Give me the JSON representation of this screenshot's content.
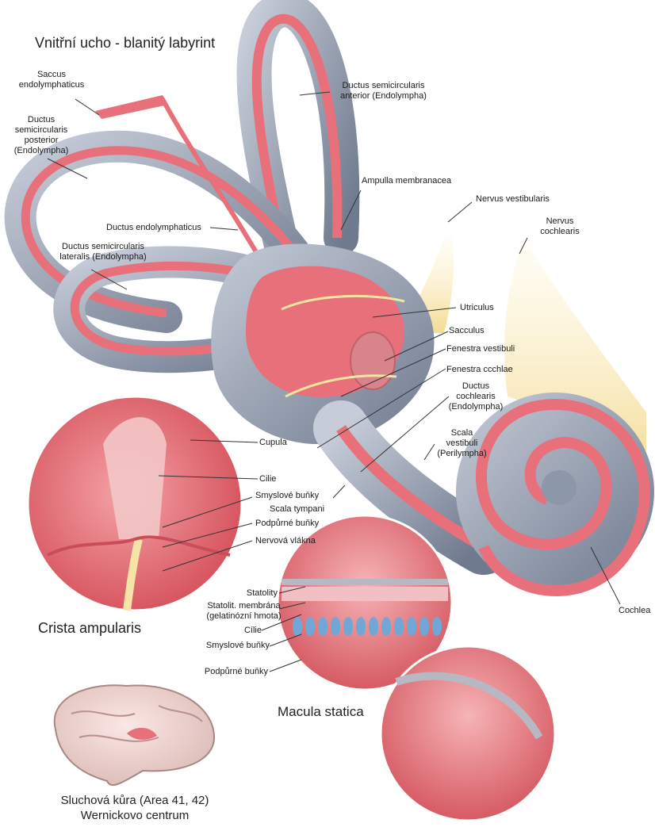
{
  "title": "Vnitřní ucho - blanitý labyrint",
  "labels": {
    "saccus_endolymphaticus": "Saccus\nendolymphaticus",
    "ductus_posterior": "Ductus\nsemicircularis\nposterior\n(Endolympha)",
    "ductus_endolymphaticus": "Ductus endolymphaticus",
    "ductus_lateralis": "Ductus semicircularis\nlateralis (Endolympha)",
    "ductus_anterior": "Ductus semicircularis\nanterior (Endolympha)",
    "ampulla_membranacea": "Ampulla membranacea",
    "nervus_vestibularis": "Nervus vestibularis",
    "nervus_cochlearis": "Nervus\ncochlearis",
    "utriculus": "Utriculus",
    "sacculus": "Sacculus",
    "fenestra_vestibuli": "Fenestra vestibuli",
    "fenestra_cochlae": "Fenestra ccchlae",
    "ductus_cochlearis": "Ductus\ncochlearis\n(Endolympha)",
    "scala_vestibuli": "Scala\nvestibuli\n(Perilympha)",
    "cupula": "Cupula",
    "cilie_crista": "Cilie",
    "smyslove_bunky_crista": "Smyslové buňky",
    "scala_tympani": "Scala tympani",
    "podpurne_bunky_crista": "Podpůrné buňky",
    "nervova_vlakna": "Nervová vlákna",
    "statolity": "Statolity",
    "statolit_membrana": "Statolit. membrána\n(gelatinózní hmota)",
    "cilie_macula": "Cílie",
    "smyslove_bunky_macula": "Smyslové buňky",
    "podpurne_bunky_macula": "Podpůrné buňky",
    "cochlea": "Cochlea"
  },
  "captions": {
    "crista": "Crista ampularis",
    "macula": "Macula statica",
    "brain": "Sluchová kůra (Area 41, 42)\nWernickovo centrum"
  },
  "colors": {
    "membrane": "#e8707a",
    "bone": "#9aa3b3",
    "nerve": "#f5e3a8",
    "cell_blue": "#6fa8d6"
  }
}
